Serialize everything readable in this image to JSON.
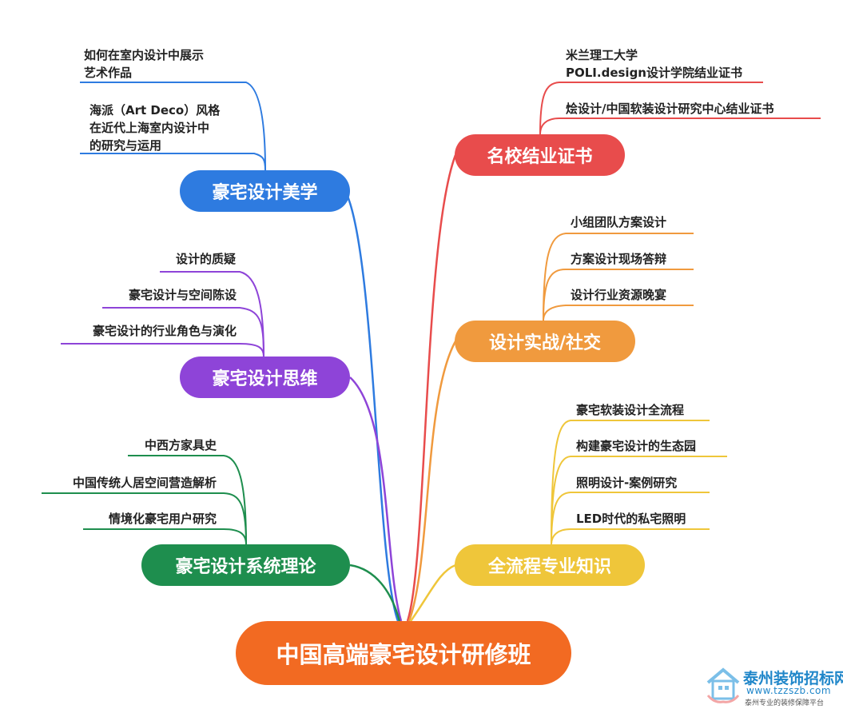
{
  "center": {
    "label": "中国高端豪宅设计研修班",
    "color": "#F26A22"
  },
  "left_branches": [
    {
      "id": "aesthetics",
      "label": "豪宅设计美学",
      "color": "#2E7BE0",
      "leaves": [
        "如何在室内设计中展示\n艺术作品",
        "海派（Art Deco）风格\n在近代上海室内设计中\n的研究与运用"
      ]
    },
    {
      "id": "thinking",
      "label": "豪宅设计思维",
      "color": "#8E44D8",
      "leaves": [
        "设计的质疑",
        "豪宅设计与空间陈设",
        "豪宅设计的行业角色与演化"
      ]
    },
    {
      "id": "theory",
      "label": "豪宅设计系统理论",
      "color": "#1E8E4E",
      "leaves": [
        "中西方家具史",
        "中国传统人居空间营造解析",
        "情境化豪宅用户研究"
      ]
    }
  ],
  "right_branches": [
    {
      "id": "certificate",
      "label": "名校结业证书",
      "color": "#E84C4C",
      "leaves": [
        "米兰理工大学\nPOLI.design设计学院结业证书",
        "烩设计/中国软装设计研究中心结业证书"
      ]
    },
    {
      "id": "practice",
      "label": "设计实战/社交",
      "color": "#F09A3E",
      "leaves": [
        "小组团队方案设计",
        "方案设计现场答辩",
        "设计行业资源晚宴"
      ]
    },
    {
      "id": "process",
      "label": "全流程专业知识",
      "color": "#EFC63A",
      "leaves": [
        "豪宅软装设计全流程",
        "构建豪宅设计的生态园",
        "照明设计-案例研究",
        "LED时代的私宅照明"
      ]
    }
  ],
  "watermark": {
    "name": "泰州装饰招标网",
    "url": "www.tzzszb.com",
    "tagline": "泰州专业的装修保障平台",
    "color": "#1F86C9"
  }
}
